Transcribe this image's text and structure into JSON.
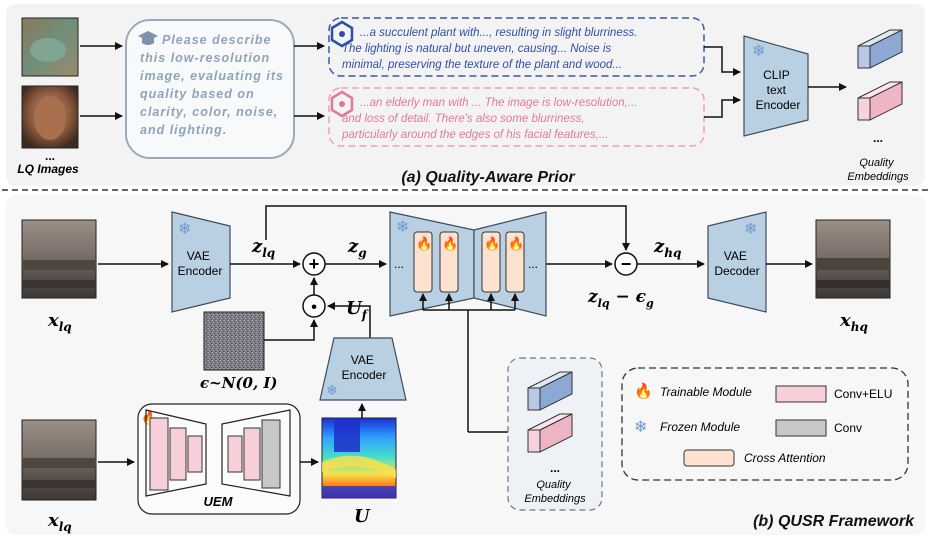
{
  "quality_prior": {
    "lq_images_label": "LQ Images",
    "ellipsis": "...",
    "prompt_lines": [
      "Please describe",
      "this low-resolution",
      "image, evaluating its",
      "quality based on",
      "clarity, color, noise,",
      "and lighting."
    ],
    "blue_description_lines": [
      "...a succulent plant with..., resulting in slight blurriness.",
      "The lighting is natural but uneven, causing... Noise is",
      "minimal, preserving the texture of the plant and wood..."
    ],
    "pink_description_lines": [
      "...an elderly man with ... The image is low-resolution,...",
      "and loss of detail. There's also some blurriness,",
      "particularly around the edges of his facial features,..."
    ],
    "clip_label_lines": [
      "CLIP",
      "text",
      "Encoder"
    ],
    "quality_embeddings_lines": [
      "Quality",
      "Embeddings"
    ],
    "caption": "(a) Quality-Aware Prior"
  },
  "framework": {
    "x_lq": "x",
    "lq_sub": "lq",
    "x_hq": "x",
    "hq_sub": "hq",
    "vae_encoder_lines": [
      "VAE",
      "Encoder"
    ],
    "vae_decoder_lines": [
      "VAE",
      "Decoder"
    ],
    "z": "z",
    "z_lq_sub": "lq",
    "z_g_sub": "g",
    "z_hq_sub": "hq",
    "z_minus_eps": "z",
    "eps_text": " − ϵ",
    "eps_sub": "g",
    "u_f": "U",
    "u_f_sub": "f",
    "plus_symbol": "+",
    "dot_symbol": "•",
    "minus_symbol": "−",
    "noise_label": "ϵ~N(0, I)",
    "unet_ellipsis": "...",
    "uem_label": "UEM",
    "u_label": "U",
    "quality_embeddings_lines": [
      "Quality",
      "Embeddings"
    ],
    "caption": "(b) QUSR Framework"
  },
  "legend": {
    "trainable": "Trainable Module",
    "frozen": "Frozen Module",
    "conv_elu": "Conv+ELU",
    "conv": "Conv",
    "cross_attention": "Cross Attention"
  },
  "colors": {
    "blue_module": "#b9cfe2",
    "blue_text": "#2e4fa8",
    "pink_text": "#e07b94",
    "conv_elu": "#f7cfd8",
    "conv": "#c8c8c8",
    "cross_attention": "#fde3cf",
    "prompt_text": "#8fa3b8"
  }
}
